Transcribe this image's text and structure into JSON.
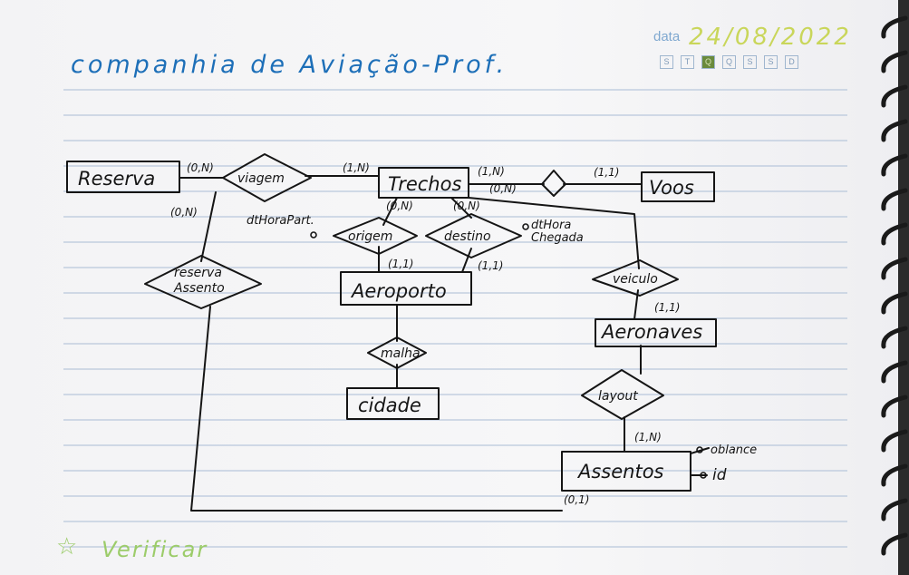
{
  "header": {
    "title": "companhia de Aviação-Prof.",
    "date_label": "data",
    "date_value": "24/08/2022",
    "weekdays": [
      "S",
      "T",
      "Q",
      "Q",
      "S",
      "S",
      "D"
    ],
    "marked_weekday_index": 2
  },
  "entities": {
    "reserva": "Reserva",
    "trechos": "Trechos",
    "voos": "Voos",
    "aeroporto": "Aeroporto",
    "cidade": "cidade",
    "aeronaves": "Aeronaves",
    "assentos": "Assentos"
  },
  "relationships": {
    "viagem": "viagem",
    "reserva_assento": "reserva Assento",
    "origem": "origem",
    "destino": "destino",
    "malha": "malha",
    "veiculo": "veiculo",
    "layout": "layout"
  },
  "cardinalities": {
    "reserva_viagem": "(0,N)",
    "viagem_trechos": "(1,N)",
    "reserva_resassento": "(0,N)",
    "trechos_voos_top": "(1,N)",
    "trechos_voos_bottom": "(0,N)",
    "voos_side": "(1,1)",
    "trechos_origem": "(0,N)",
    "trechos_destino": "(0,N)",
    "origem_aeroporto": "(1,1)",
    "destino_aeroporto": "(1,1)",
    "veiculo_aeronaves": "(1,1)",
    "layout_assentos": "(1,N)",
    "assentos_bottom": "(0,1)"
  },
  "attributes": {
    "dt_hora_part": "dtHoraPart.",
    "dt_hora_chegada_1": "dtHora",
    "dt_hora_chegada_2": "Chegada",
    "ob_lance": "oblance",
    "id": "id"
  },
  "footer": {
    "note": "Verificar"
  },
  "colors": {
    "ink": "#151515",
    "title_blue": "#1d6fb8",
    "date_green": "#c9d65a",
    "marker_green": "#9ccc6a",
    "ruled_line": "#b9c8dc"
  }
}
